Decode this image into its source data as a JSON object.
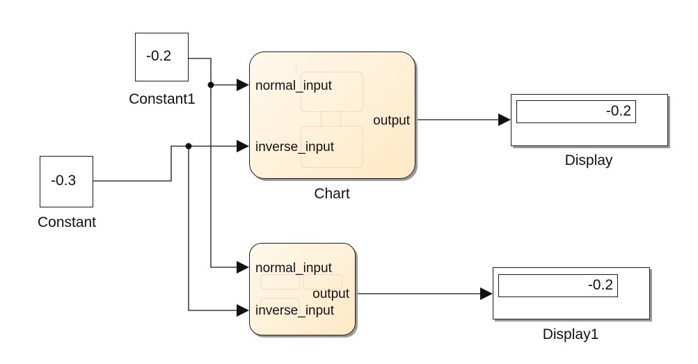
{
  "constant1": {
    "value": "-0.2",
    "label": "Constant1"
  },
  "constant": {
    "value": "-0.3",
    "label": "Constant"
  },
  "chart": {
    "label": "Chart",
    "input_normal": "normal_input",
    "input_inverse": "inverse_input",
    "output": "output"
  },
  "chart2": {
    "input_normal": "normal_input",
    "input_inverse": "inverse_input",
    "output": "output"
  },
  "display": {
    "value": "-0.2",
    "label": "Display"
  },
  "display1": {
    "value": "-0.2",
    "label": "Display1"
  }
}
